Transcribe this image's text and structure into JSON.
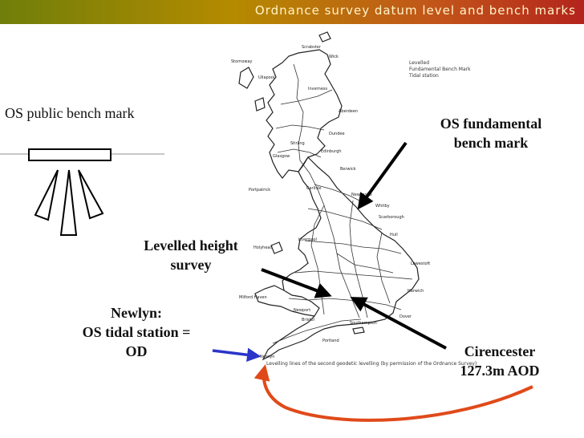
{
  "title": "Ordnance survey datum level and bench marks",
  "labels": {
    "public_bench_mark": "OS public bench mark",
    "fundamental_bench_mark": [
      "OS fundamental",
      "bench mark"
    ],
    "levelled_height_survey": [
      "Levelled height",
      "survey"
    ],
    "newlyn": [
      "Newlyn:",
      "OS tidal station =",
      "OD"
    ],
    "cirencester": [
      "Cirencester",
      "127.3m AOD"
    ]
  },
  "map": {
    "legend": [
      "Levelled",
      "Fundamental Bench Mark",
      "Tidal station"
    ],
    "caption": "Levelling lines of the second geodetic levelling (by permission of the Ordnance Survey)",
    "places": [
      "Stornoway",
      "Scrabster",
      "Wick",
      "Ullapool",
      "Inverness",
      "Aberdeen",
      "Dundee",
      "Stirling",
      "Edinburgh",
      "Glasgow",
      "Portpatrick",
      "Carlisle",
      "Berwick",
      "Newcastle",
      "Scarborough",
      "Whitby",
      "Hull",
      "Liverpool",
      "Holyhead",
      "Lowestoft",
      "Harwich",
      "Dover",
      "Milford Haven",
      "Newport",
      "Bristol",
      "Portland",
      "Southampton",
      "Newlyn"
    ]
  },
  "colors": {
    "title_text": "#fff4c8",
    "newlyn_arrow": "#2b35c9",
    "cirencester_curve": "#e04a1a",
    "arrows": "#000000"
  }
}
